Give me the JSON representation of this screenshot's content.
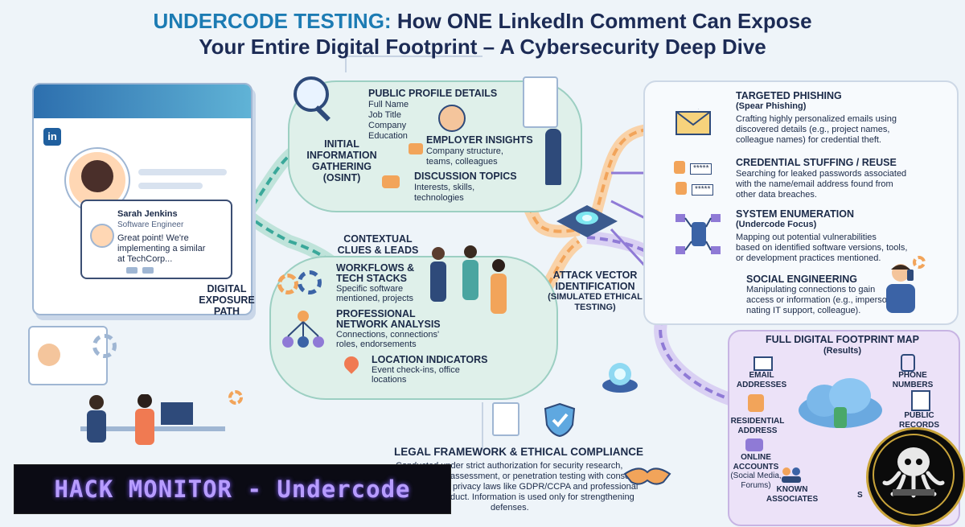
{
  "title": {
    "accent": "UNDERCODE TESTING:",
    "line1": "How ONE LinkedIn Comment Can Expose",
    "line2": "Your Entire Digital Footprint – A Cybersecurity Deep Dive"
  },
  "profile": {
    "logo": "in",
    "name": "Sarah Jenkins",
    "role": "Software Engineer",
    "comment_line1": "Great point! We're",
    "comment_line2": "implementing a similar",
    "comment_line3": "at TechCorp..."
  },
  "path_label": {
    "line1": "DIGITAL",
    "line2": "EXPOSURE",
    "line3": "PATH"
  },
  "osint": {
    "label_line1": "INITIAL",
    "label_line2": "INFORMATION",
    "label_line3": "GATHERING",
    "label_line4": "(OSINT)",
    "public_profile": {
      "heading": "PUBLIC PROFILE DETAILS",
      "items": [
        "Full Name",
        "Job Title",
        "Company",
        "Education"
      ]
    },
    "employer": {
      "heading": "EMPLOYER INSIGHTS",
      "line1": "Company structure,",
      "line2": "teams, colleagues"
    },
    "discussion": {
      "heading": "DISCUSSION TOPICS",
      "line1": "Interests, skills,",
      "line2": "technologies"
    }
  },
  "contextual": {
    "label_line1": "CONTEXTUAL",
    "label_line2": "CLUES & LEADS",
    "workflows": {
      "heading1": "WORKFLOWS &",
      "heading2": "TECH STACKS",
      "line1": "Specific software",
      "line2": "mentioned, projects"
    },
    "network": {
      "heading1": "PROFESSIONAL",
      "heading2": "NETWORK ANALYSIS",
      "line1": "Connections, connections'",
      "line2": "roles, endorsements"
    },
    "location": {
      "heading": "LOCATION INDICATORS",
      "line1": "Event check-ins, office",
      "line2": "locations"
    }
  },
  "attack": {
    "line1": "ATTACK VECTOR",
    "line2": "IDENTIFICATION",
    "line3": "(Simulated Ethical",
    "line4": "Testing)"
  },
  "vectors": {
    "phishing": {
      "heading": "TARGETED PHISHING",
      "sub": "(Spear Phishing)",
      "line1": "Crafting highly personalized emails using",
      "line2": "discovered details (e.g., project names,",
      "line3": "colleague names) for credential theft."
    },
    "credential": {
      "heading": "CREDENTIAL STUFFING / REUSE",
      "line1": "Searching for leaked passwords associated",
      "line2": "with the name/email address found from",
      "line3": "other data breaches.",
      "stars1": "*****",
      "stars2": "*****"
    },
    "enumeration": {
      "heading": "SYSTEM ENUMERATION",
      "sub": "(Undercode Focus)",
      "line1": "Mapping out potential vulnerabilities",
      "line2": "based on identified software versions, tools,",
      "line3": "or development practices mentioned."
    },
    "social": {
      "heading": "SOCIAL ENGINEERING",
      "line1": "Manipulating connections to gain",
      "line2": "access or information (e.g., imperso-",
      "line3": "nating IT support, colleague)."
    }
  },
  "map": {
    "heading": "FULL DIGITAL FOOTPRINT MAP",
    "sub": "(Results)",
    "email_1": "EMAIL",
    "email_2": "ADDRESSES",
    "phone_1": "PHONE",
    "phone_2": "NUMBERS",
    "residential_1": "RESIDENTIAL",
    "residential_2": "ADDRESS",
    "public_1": "PUBLIC",
    "public_2": "RECORDS",
    "online_1": "ONLINE ACCOUNTS",
    "online_2": "(Social Media,",
    "online_3": "Forums)",
    "known_1": "KNOWN",
    "known_2": "ASSOCIATES",
    "partial": "S"
  },
  "legal": {
    "heading": "LEGAL FRAMEWORK & ETHICAL COMPLIANCE",
    "line1": "Conducted under strict authorization for security research,",
    "line2": "assessment, or penetration testing with consent.",
    "line3": "privacy laws like GDPR/CCPA and professional",
    "line4": "duct. Information is used only for strengthening",
    "line5": "defenses."
  },
  "banner": {
    "text": "HACK MONITOR - Undercode"
  },
  "colors": {
    "title": "#1c2b55",
    "accent": "#1c7bb3",
    "path_orange": "#f2a45a",
    "path_teal": "#3aa89a",
    "path_purple": "#8f7ad6",
    "map_bg": "#ece2f8",
    "banner_text": "#b79cff"
  }
}
